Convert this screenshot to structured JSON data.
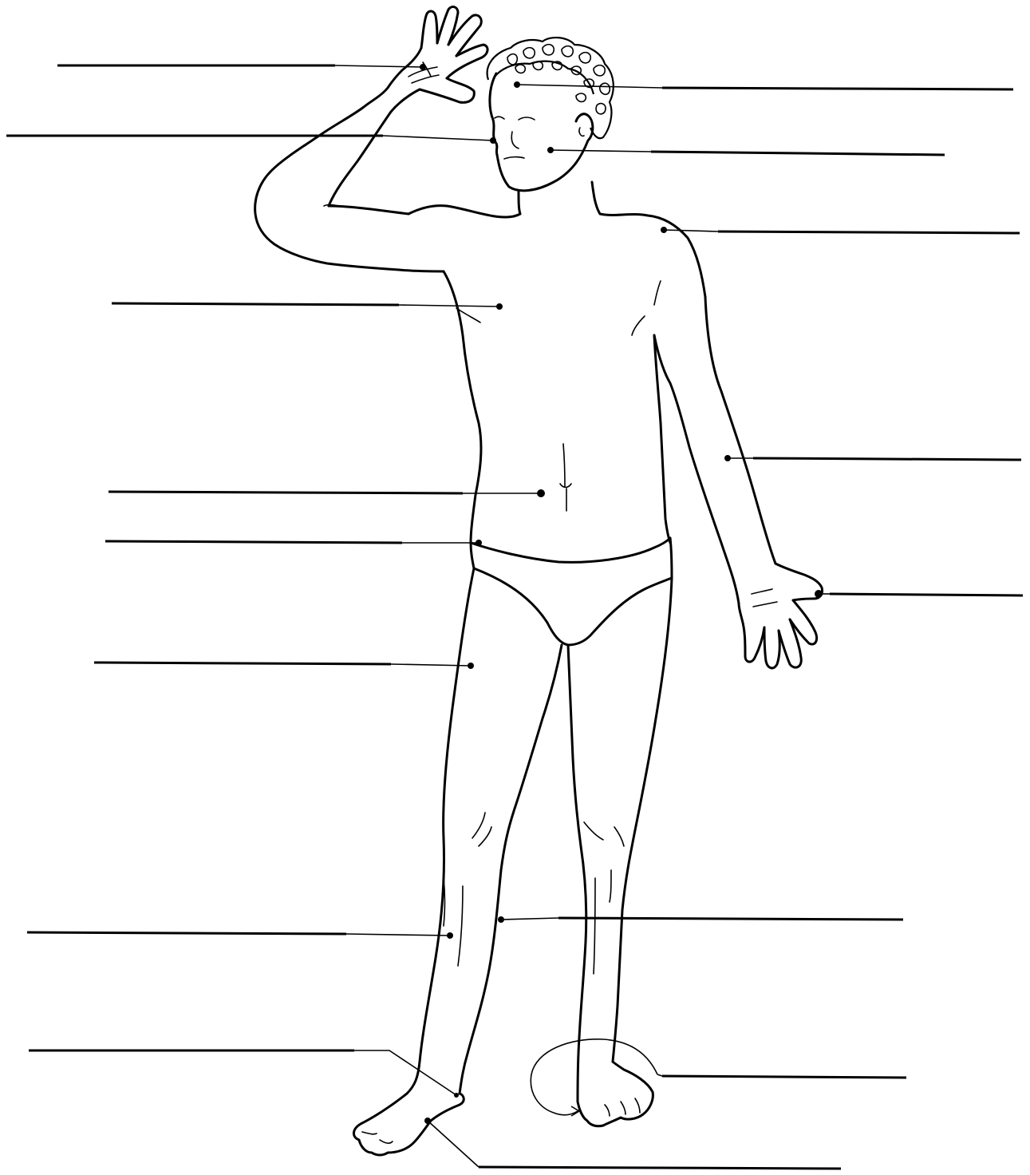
{
  "diagram": {
    "labels": [
      {
        "id": "label-1",
        "text": ""
      },
      {
        "id": "label-2",
        "text": ""
      },
      {
        "id": "label-3",
        "text": ""
      },
      {
        "id": "label-4",
        "text": ""
      },
      {
        "id": "label-5",
        "text": ""
      },
      {
        "id": "label-6",
        "text": ""
      },
      {
        "id": "label-7",
        "text": ""
      },
      {
        "id": "label-8",
        "text": ""
      },
      {
        "id": "label-9",
        "text": ""
      },
      {
        "id": "label-10",
        "text": ""
      },
      {
        "id": "label-11",
        "text": ""
      },
      {
        "id": "label-12",
        "text": ""
      },
      {
        "id": "label-13",
        "text": ""
      },
      {
        "id": "label-14",
        "text": ""
      },
      {
        "id": "label-15",
        "text": ""
      },
      {
        "id": "label-16",
        "text": ""
      }
    ]
  }
}
